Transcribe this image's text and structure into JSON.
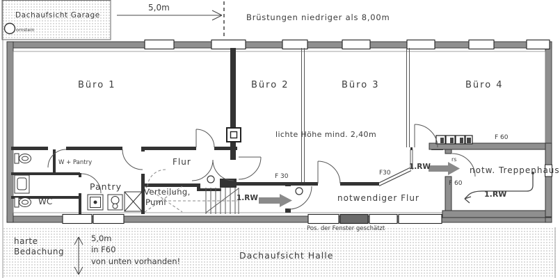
{
  "site": {
    "garage_area_label": "Dachaufsicht Garage",
    "chimney_label": "ornstein",
    "hall_area_label": "Dachaufsicht Halle",
    "roofing_line1": "harte",
    "roofing_line2": "Bedachung",
    "window_position_note": "Pos. der Fenster geschätzt"
  },
  "dimensions": {
    "top_width": "5,0m",
    "parapet_note": "Brüstungen niedriger als 8,00m",
    "clear_height_note": "lichte Höhe mind. 2,40m",
    "hall_height": "5,0m",
    "hall_height_rating": "in F60",
    "hall_height_note": "von unten vorhanden!"
  },
  "rooms": {
    "buero1": "Büro 1",
    "buero2": "Büro 2",
    "buero3": "Büro 3",
    "buero4": "Büro 4",
    "flur": "Flur",
    "wc": "WC",
    "pantry": "Pantry",
    "wc_pantry": "W + Pantry",
    "verteilung_line1": "Verteilung,",
    "verteilung_line2": "Pumi",
    "notwendiger_flur": "notwendiger Flur",
    "treppenhaus": "notw. Treppenhaus"
  },
  "fire_ratings": {
    "f30_corridor": "F 30",
    "f30_diagonal": "F30",
    "f60_buero4": "F 60",
    "f60_treppenhaus": "F 60",
    "rs_door": "rs"
  },
  "escape_routes": {
    "rw_corridor": "1.RW",
    "rw_treppenhaus_entry": "1.RW",
    "rw_treppenhaus_inner": "1.RW"
  },
  "colors": {
    "wall_gray": "#8f8f8f",
    "arrow_gray": "#8a8a8a",
    "line_color": "#3b3b3b",
    "dot_color": "#bdbdbd",
    "dark_window_fill": "#6a6a6a"
  }
}
